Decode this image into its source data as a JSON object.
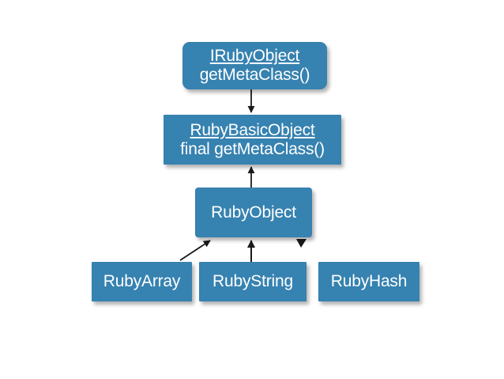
{
  "diagram": {
    "type": "class-inheritance-diagram",
    "background_color": "#ffffff",
    "node_color": "#3682b0",
    "node_text_color": "#ffffff",
    "edge_color": "#1a1a1a",
    "nodes": [
      {
        "id": "irubyobject",
        "title": "IRubyObject",
        "subtitle": "getMetaClass()",
        "title_underlined": true,
        "shape": "rounded-rectangle"
      },
      {
        "id": "rubybasicobject",
        "title": "RubyBasicObject",
        "subtitle": "final getMetaClass()",
        "title_underlined": true,
        "shape": "rectangle"
      },
      {
        "id": "rubyobject",
        "title": "RubyObject",
        "subtitle": "",
        "title_underlined": false,
        "shape": "rectangle"
      },
      {
        "id": "rubyarray",
        "title": "RubyArray",
        "subtitle": "",
        "title_underlined": false,
        "shape": "rectangle"
      },
      {
        "id": "rubystring",
        "title": "RubyString",
        "subtitle": "",
        "title_underlined": false,
        "shape": "rectangle"
      },
      {
        "id": "rubyhash",
        "title": "RubyHash",
        "subtitle": "",
        "title_underlined": false,
        "shape": "rectangle"
      }
    ],
    "edges": [
      {
        "id": "edge-iruby-to-basic",
        "from": "irubyobject",
        "to": "rubybasicobject",
        "direction": "down",
        "style": "solid-arrow"
      },
      {
        "id": "edge-rubyobject-to-basic",
        "from": "rubyobject",
        "to": "rubybasicobject",
        "direction": "up",
        "style": "solid-arrow"
      },
      {
        "id": "edge-rubyarray-to-rubyobject",
        "from": "rubyarray",
        "to": "rubyobject",
        "direction": "up-right",
        "style": "solid-arrow"
      },
      {
        "id": "edge-rubystring-to-rubyobject",
        "from": "rubystring",
        "to": "rubyobject",
        "direction": "up",
        "style": "solid-arrow"
      },
      {
        "id": "edge-rubyhash-to-rubyobject",
        "from": "rubyhash",
        "to": "rubyobject",
        "direction": "down-right",
        "style": "arrowhead-only"
      }
    ]
  }
}
